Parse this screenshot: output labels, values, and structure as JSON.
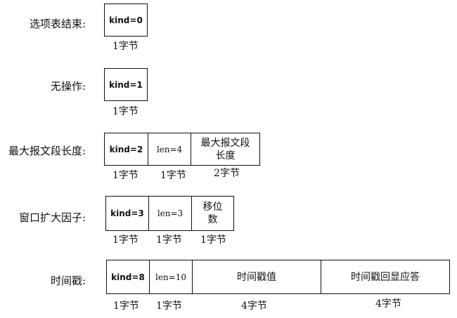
{
  "options": [
    {
      "label": "选项表结束:",
      "fields": [
        {
          "text": "kind=0",
          "size": "1字节"
        }
      ]
    },
    {
      "label": "无操作:",
      "fields": [
        {
          "text": "kind=1",
          "size": "1字节"
        }
      ]
    },
    {
      "label": "最大报文段长度:",
      "fields": [
        {
          "text": "kind=2",
          "size": "1字节"
        },
        {
          "text": "len=4",
          "size": "1字节"
        },
        {
          "text": "最大报文段\n长度",
          "size": "2字节"
        }
      ]
    },
    {
      "label": "窗口扩大因子:",
      "fields": [
        {
          "text": "kind=3",
          "size": "1字节"
        },
        {
          "text": "len=3",
          "size": "1字节"
        },
        {
          "text": "移位\n数",
          "size": "1字节"
        }
      ]
    },
    {
      "label": "时间戳:",
      "fields": [
        {
          "text": "kind=8",
          "size": "1字节"
        },
        {
          "text": "len=10",
          "size": "1字节"
        },
        {
          "text": "时间戳值",
          "size": "4字节"
        },
        {
          "text": "时间戳回显应答",
          "size": "4字节"
        }
      ]
    }
  ]
}
